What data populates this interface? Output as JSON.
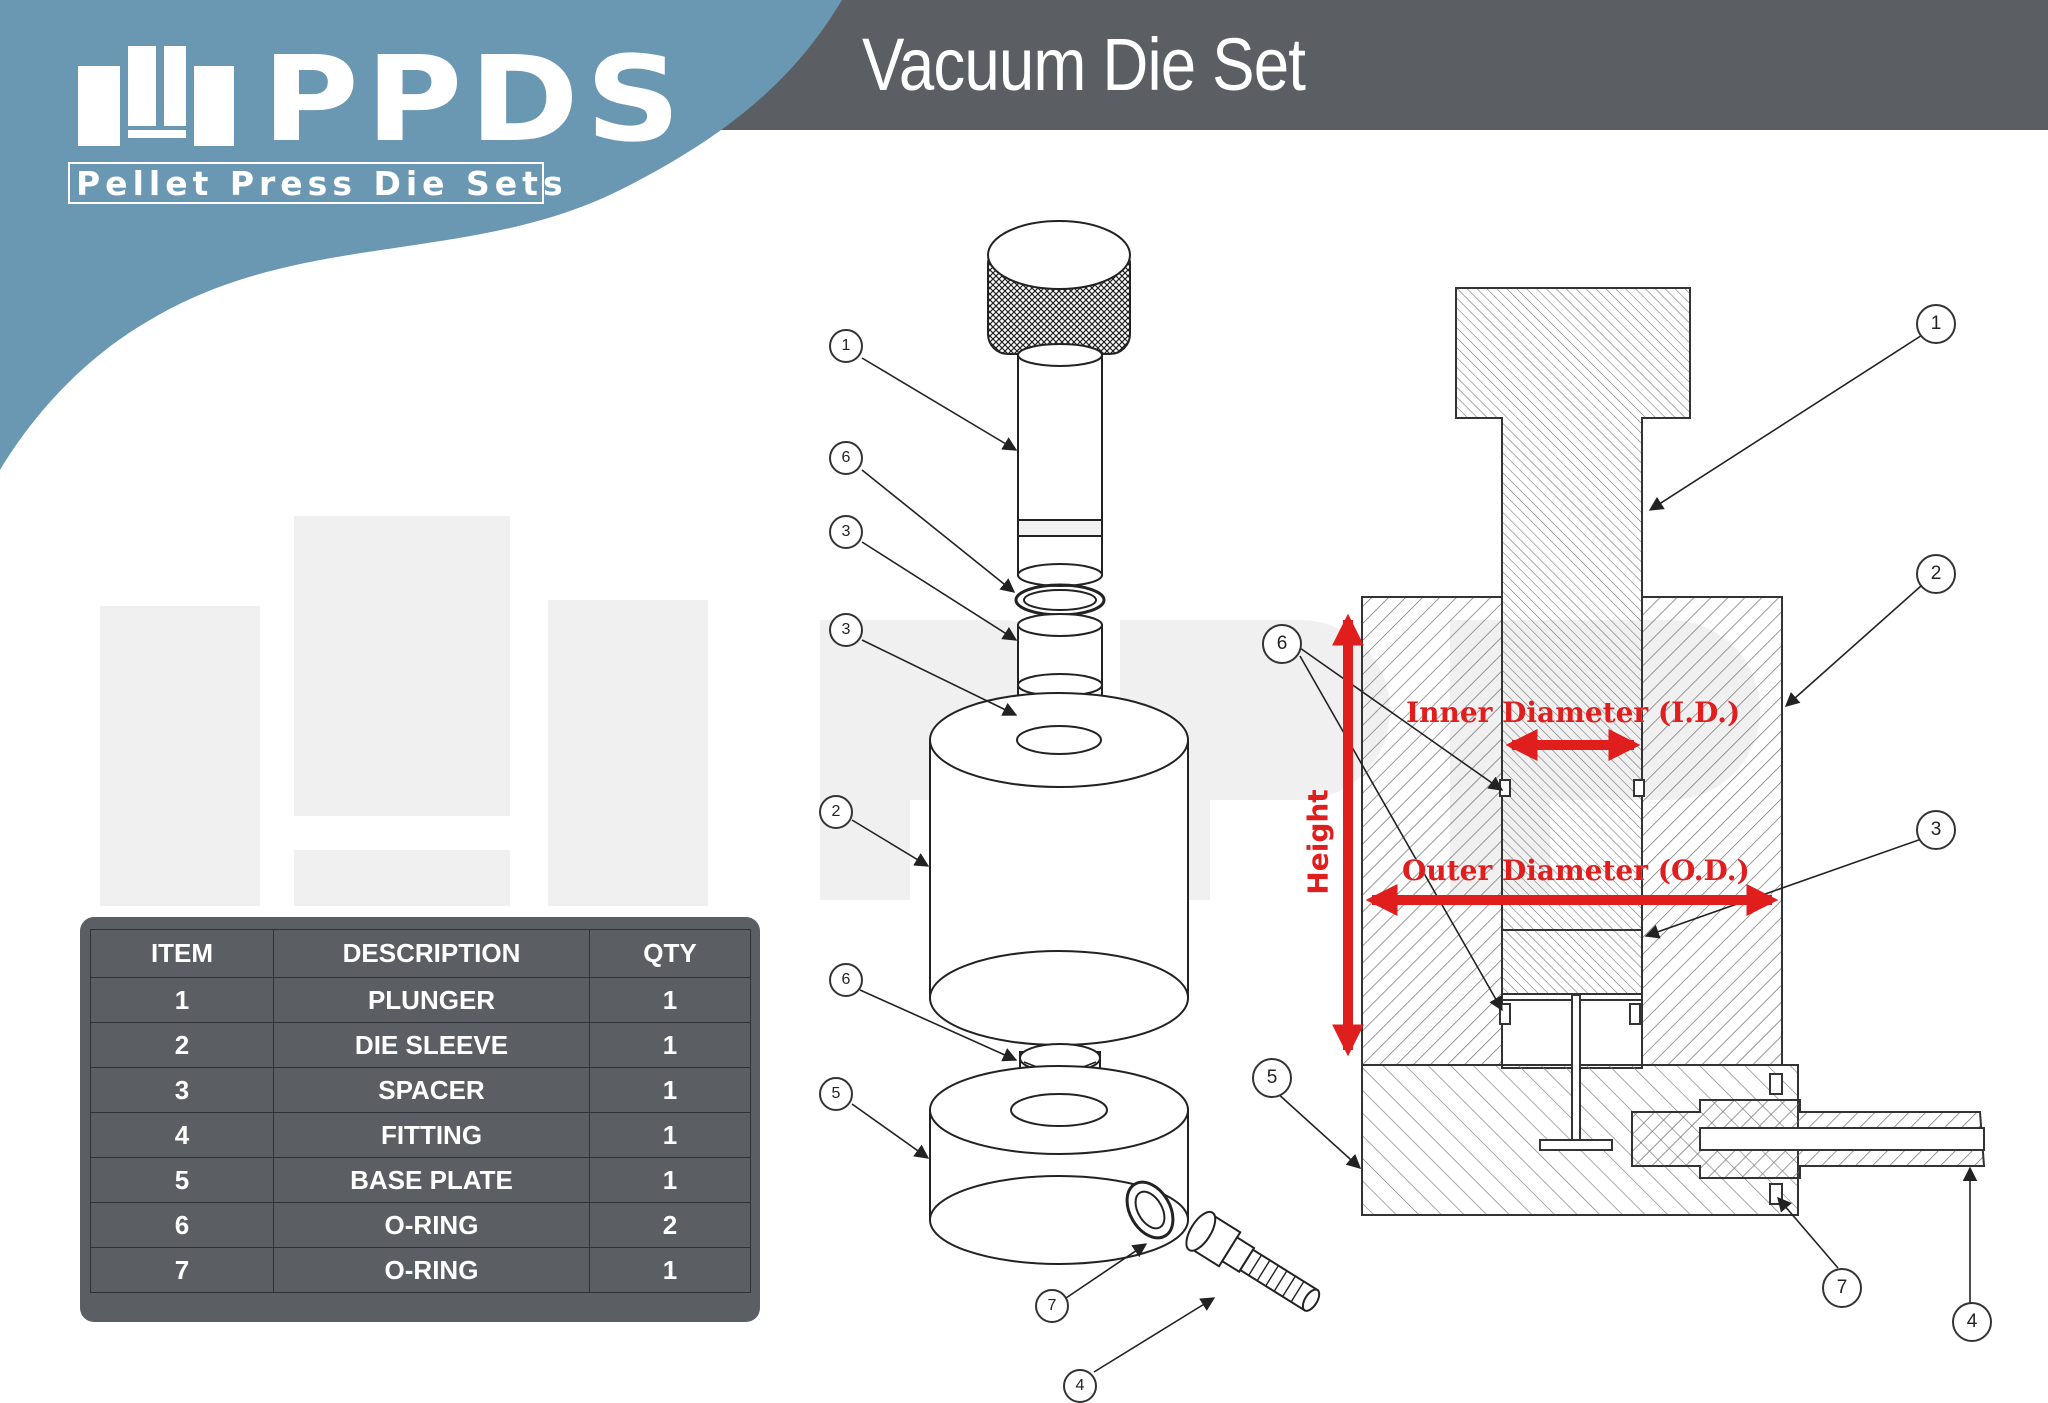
{
  "header": {
    "title": "Vacuum Die Set",
    "brand": "PPDS",
    "tagline": "Pellet Press Die Sets"
  },
  "colors": {
    "header_gray": "#5b5f63",
    "brand_blue": "#6a97b1",
    "panel_gray": "#5b5f63",
    "dimension_red": "#e01e1e"
  },
  "parts_table": {
    "headers": [
      "ITEM",
      "DESCRIPTION",
      "QTY"
    ],
    "rows": [
      [
        "1",
        "PLUNGER",
        "1"
      ],
      [
        "2",
        "DIE SLEEVE",
        "1"
      ],
      [
        "3",
        "SPACER",
        "1"
      ],
      [
        "4",
        "FITTING",
        "1"
      ],
      [
        "5",
        "BASE PLATE",
        "1"
      ],
      [
        "6",
        "O-RING",
        "2"
      ],
      [
        "7",
        "O-RING",
        "1"
      ]
    ]
  },
  "exploded_view": {
    "callouts": [
      "1",
      "6",
      "3",
      "3",
      "2",
      "6",
      "5",
      "7",
      "4"
    ]
  },
  "section_view": {
    "callouts": [
      "1",
      "2",
      "6",
      "3",
      "5",
      "7",
      "4"
    ],
    "dimensions": {
      "inner_diameter": "Inner Diameter (I.D.)",
      "outer_diameter": "Outer Diameter (O.D.)",
      "height": "Height"
    }
  }
}
